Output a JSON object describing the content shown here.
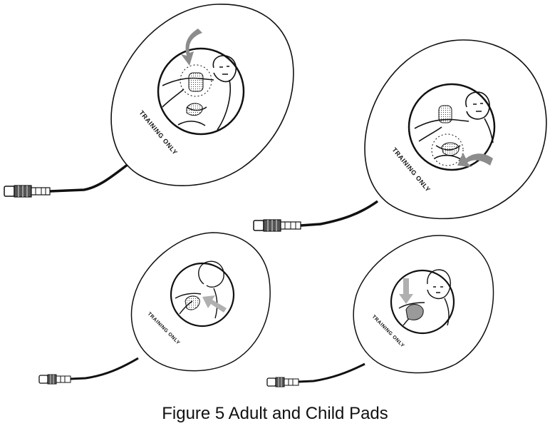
{
  "figure": {
    "caption": "Figure 5 Adult and Child Pads"
  },
  "pads": [
    {
      "label": "TRAINING ONLY",
      "type": "adult",
      "placement": "upper-chest"
    },
    {
      "label": "TRAINING ONLY",
      "type": "adult",
      "placement": "lower-side-chest"
    },
    {
      "label": "TRAINING ONLY",
      "type": "child",
      "placement": "front-chest"
    },
    {
      "label": "TRAINING ONLY",
      "type": "child",
      "placement": "front-chest"
    }
  ],
  "colors": {
    "outline": "#111111",
    "arrow": "#8c8c8c",
    "pad_fill": "#ffffff",
    "electrode_fill": "#9a9a9a"
  }
}
